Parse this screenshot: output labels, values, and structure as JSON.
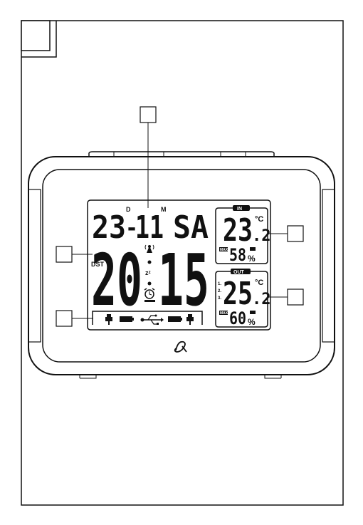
{
  "clock": {
    "date_day": "23",
    "date_month": "11",
    "weekday": "SA",
    "hours": "20",
    "minutes": "15",
    "label_d": "D",
    "label_m": "M",
    "dst": "DST",
    "snooze": "zᶻ",
    "indoor_badge": "IN",
    "indoor_temp": "23",
    "indoor_temp_decimal": ".2",
    "indoor_unit": "°C",
    "indoor_max": "MAX",
    "indoor_humidity": "58",
    "indoor_humidity_unit": "%",
    "outdoor_badge": "OUT",
    "outdoor_temp": "25",
    "outdoor_temp_decimal": ".2",
    "outdoor_unit": "°C",
    "outdoor_max": "MAX",
    "outdoor_humidity": "60",
    "outdoor_humidity_unit": "%"
  },
  "icons": [
    "signal-icon",
    "alarm-icon",
    "usb-icon",
    "battery-icon",
    "snooze-icon",
    "logo-icon"
  ]
}
